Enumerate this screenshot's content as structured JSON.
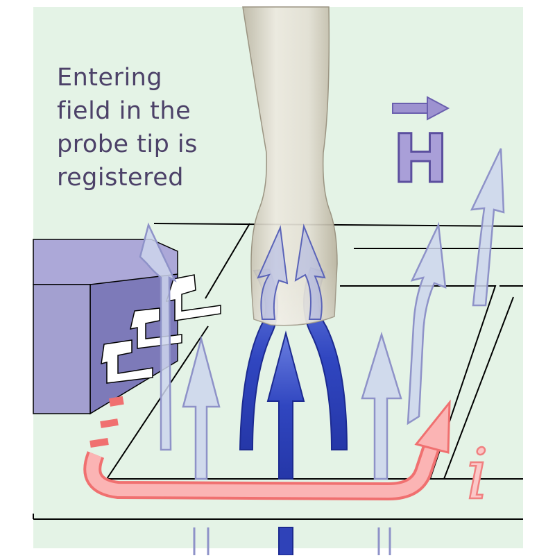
{
  "caption": {
    "lines": [
      "Entering",
      "field in the",
      "probe tip is",
      "registered"
    ]
  },
  "symbols": {
    "field_vector": "H",
    "current": "i"
  },
  "icons": {
    "field_arrow": "vector-arrow-icon"
  },
  "colors": {
    "background": "#e4f3e6",
    "board_line": "#000000",
    "probe": "#d9d4c6",
    "field_lines_faint": "#c7cfe8",
    "field_lines_faint_stroke": "#8e92c8",
    "field_lines_strong": "#2f42b8",
    "current_loop": "#f9a0a0",
    "current_loop_stroke": "#f07070",
    "chip_body": "#a8a4d6",
    "chip_front": "#7e7bbb",
    "caption_text": "#4c4168",
    "vector_symbol": "#8f83c8"
  }
}
